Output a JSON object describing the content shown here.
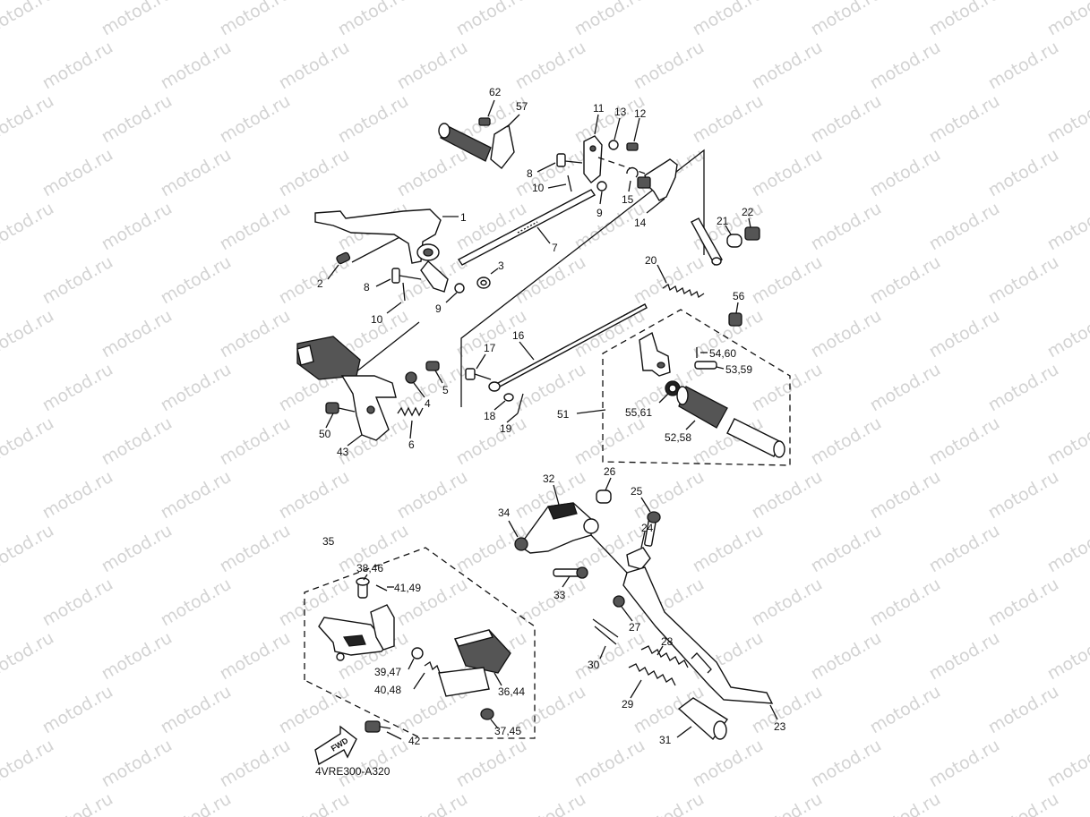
{
  "watermark_text": "motod.ru",
  "diagram_code": "4VRE300-A320",
  "fwd_label": "FWD",
  "callouts": [
    "1",
    "2",
    "3",
    "4",
    "5",
    "6",
    "7",
    "8",
    "8",
    "9",
    "9",
    "10",
    "10",
    "11",
    "12",
    "13",
    "14",
    "15",
    "16",
    "17",
    "18",
    "19",
    "20",
    "21",
    "22",
    "23",
    "24",
    "25",
    "26",
    "27",
    "28",
    "29",
    "30",
    "31",
    "32",
    "33",
    "34",
    "35",
    "36,44",
    "37,45",
    "38,46",
    "39,47",
    "40,48",
    "41,49",
    "42",
    "43",
    "50",
    "51",
    "52,58",
    "53,59",
    "54,60",
    "55,61",
    "56",
    "57",
    "62"
  ]
}
